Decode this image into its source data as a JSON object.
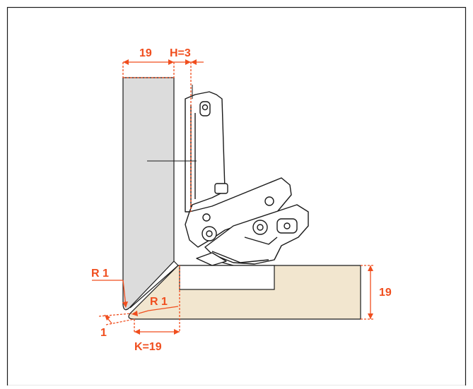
{
  "colors": {
    "dimension": "#f04e1e",
    "door_panel": "#dcdcdc",
    "cabinet_panel": "#f2e6cf",
    "outline": "#1a1a1a",
    "frame": "#1a1a1a"
  },
  "labels": {
    "door_thickness": "19",
    "overlay": "H=3",
    "side_thickness": "19",
    "radius_door": "R 1",
    "radius_side": "R 1",
    "gap": "1",
    "k_distance": "K=19"
  },
  "icons": {
    "hinge": "concealed-hinge-icon"
  }
}
